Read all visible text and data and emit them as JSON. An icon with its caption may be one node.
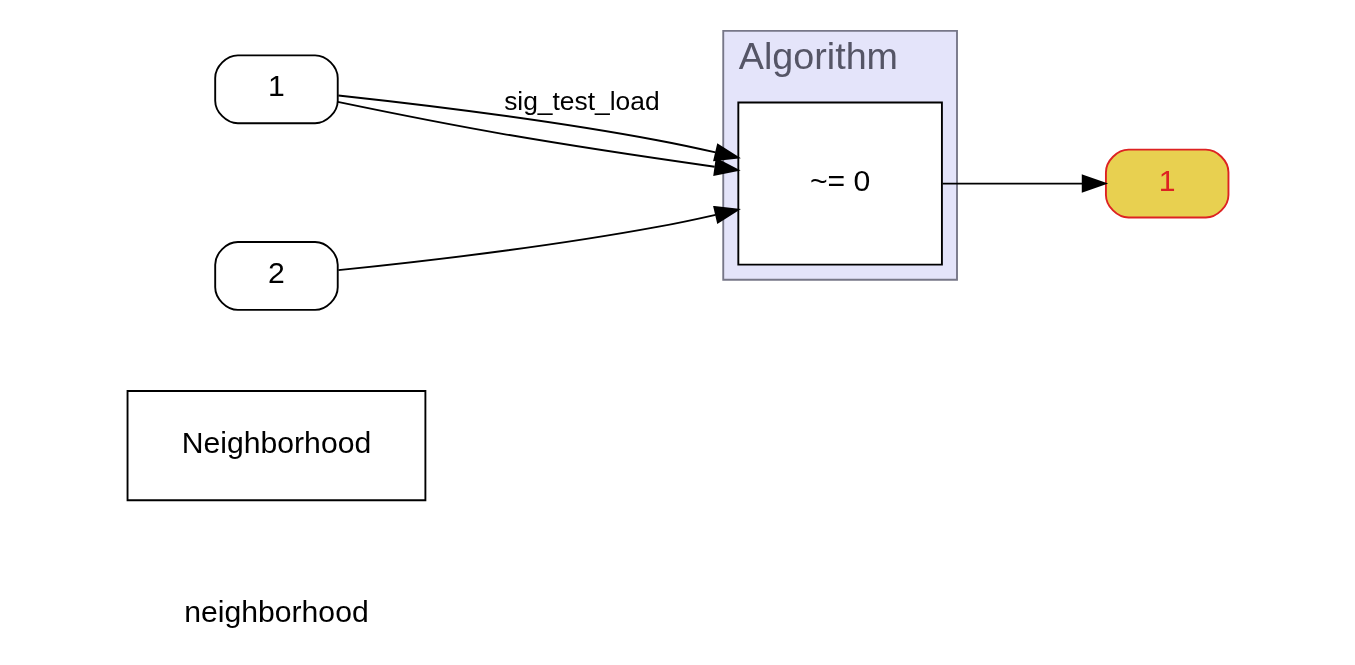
{
  "diagram": {
    "nodes": [
      {
        "text": [
          "Neighborhood"
        ],
        "beside": [
          "neighborhood"
        ]
      },
      {
        "text": [
          "Algorithm"
        ]
      },
      {
        "text": [
          "1"
        ]
      },
      {
        "text": [
          "2"
        ]
      },
      {
        "text": [
          "~= 0"
        ],
        "in": 1
      },
      {
        "text": [
          "1"
        ]
      }
    ],
    "edges": [
      {
        "from": 2,
        "to": 4,
        "arrow": "to",
        "label": "sig_test_load"
      },
      {
        "from": 2,
        "to": 4,
        "arrow": "to"
      },
      {
        "from": 3,
        "to": 4,
        "arrow": "to"
      },
      {
        "from": 4,
        "to": 5,
        "arrow": "to"
      }
    ]
  }
}
